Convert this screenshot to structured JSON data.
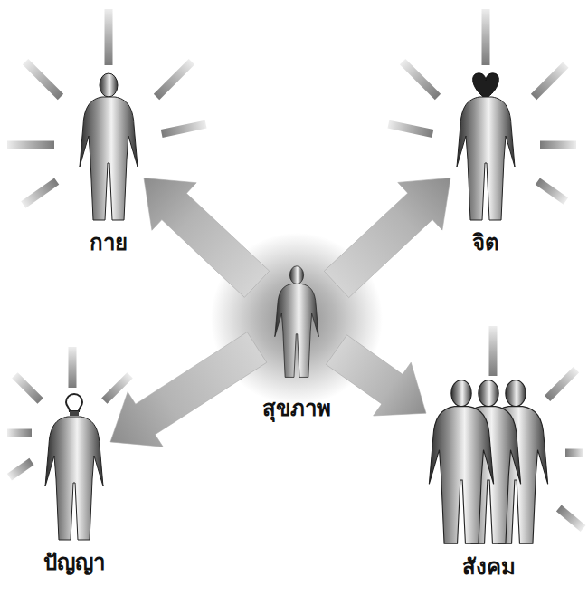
{
  "diagram": {
    "nodes": [
      {
        "text": [
          "กาย"
        ]
      },
      {
        "text": [
          "จิต"
        ]
      },
      {
        "text": [
          "สุขภาพ"
        ]
      },
      {
        "text": [
          "ปัญญา"
        ]
      },
      {
        "text": [
          "สังคม"
        ]
      }
    ],
    "edges": [
      {
        "from": 2,
        "to": 0,
        "arrow": "to"
      },
      {
        "from": 2,
        "to": 1,
        "arrow": "to"
      },
      {
        "from": 2,
        "to": 3,
        "arrow": "to"
      },
      {
        "from": 2,
        "to": 4,
        "arrow": "to"
      }
    ]
  }
}
